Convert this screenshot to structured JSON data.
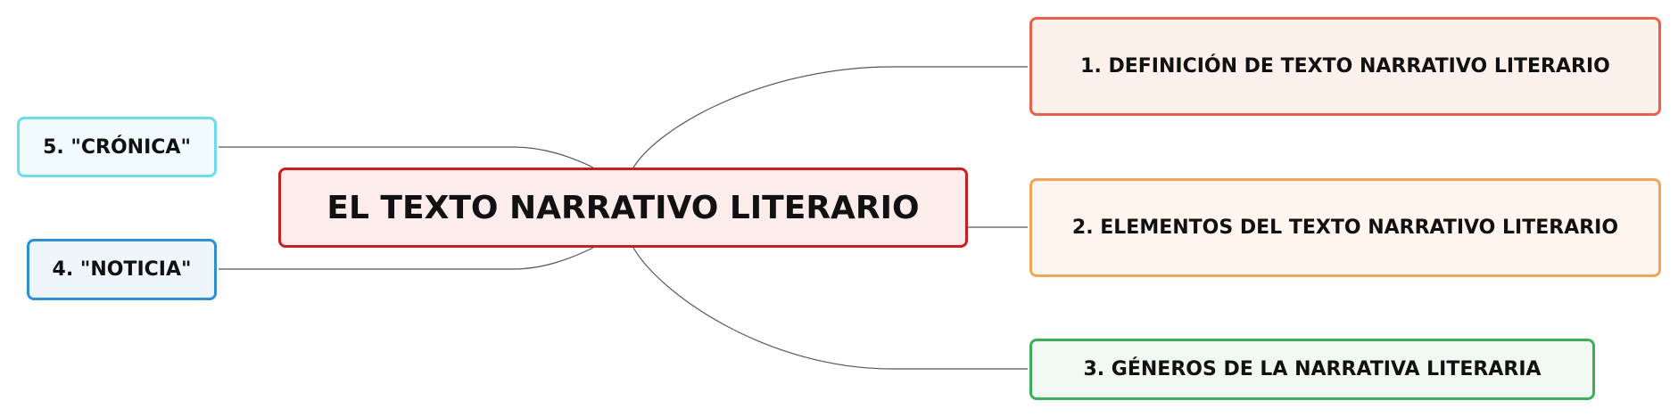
{
  "diagram": {
    "center": {
      "label": "EL TEXTO NARRATIVO LITERARIO",
      "border_color": "#c82020",
      "fill_color": "#fdecec"
    },
    "branches": [
      {
        "id": "n1",
        "label": "1. DEFINICIÓN DE TEXTO NARRATIVO LITERARIO",
        "border_color": "#e8604c",
        "fill_color": "#fdf1ec"
      },
      {
        "id": "n2",
        "label": "2. ELEMENTOS DEL TEXTO NARRATIVO LITERARIO",
        "border_color": "#f2a45a",
        "fill_color": "#fef6ee"
      },
      {
        "id": "n3",
        "label": "3. GÉNEROS DE LA NARRATIVA LITERARIA",
        "border_color": "#3fae5c",
        "fill_color": "#f1f8f2"
      },
      {
        "id": "n4",
        "label": "4. \"NOTICIA\"",
        "border_color": "#2f8fd0",
        "fill_color": "#eef6fc"
      },
      {
        "id": "n5",
        "label": "5. \"CRÓNICA\"",
        "border_color": "#6fdde4",
        "fill_color": "#effbfc"
      }
    ],
    "connector_color": "#555555"
  }
}
